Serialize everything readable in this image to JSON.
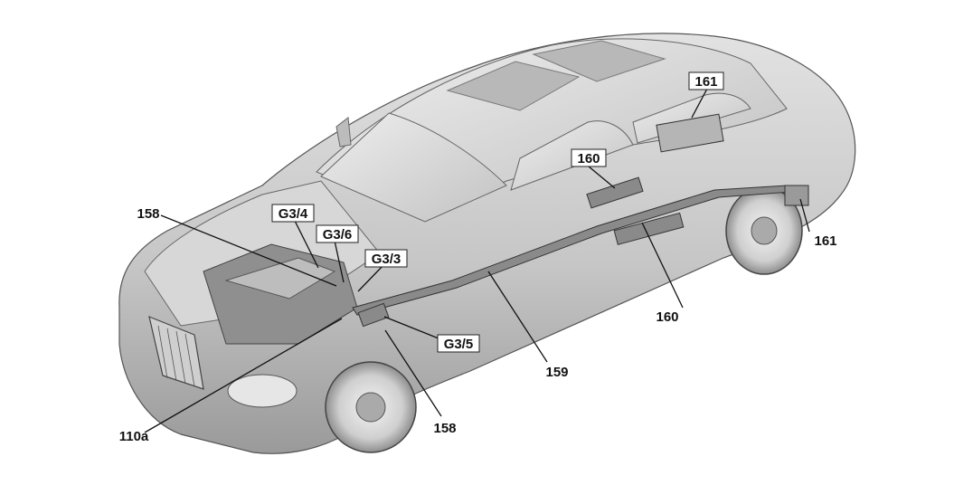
{
  "callouts": {
    "c161_top": "161",
    "c161_right": "161",
    "c160_top": "160",
    "c160_right": "160",
    "c159": "159",
    "c158_left": "158",
    "c158_bottom": "158",
    "cG3_4": "G3/4",
    "cG3_6": "G3/6",
    "cG3_3": "G3/3",
    "cG3_5": "G3/5",
    "c110a": "110a"
  },
  "colors": {
    "body": "#c9c9c9",
    "body_dark": "#9e9e9e",
    "glass": "#dcdcdc",
    "exhaust": "#8a8a8a",
    "line": "#111111"
  }
}
